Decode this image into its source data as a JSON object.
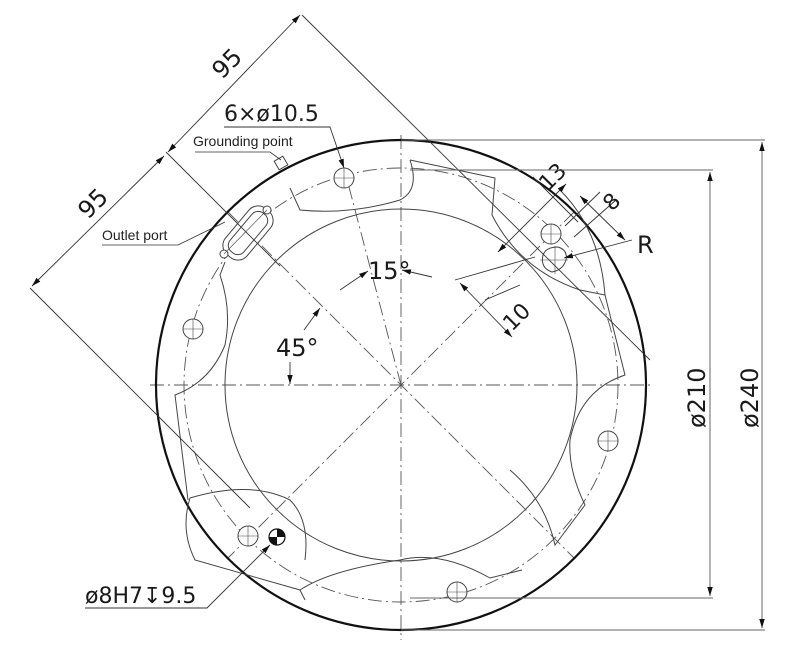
{
  "drawing": {
    "type": "flange-mounting-interface",
    "colors": {
      "line": "#222222",
      "thin": "#555555",
      "dim": "#666666",
      "background": "#ffffff"
    },
    "dimensions": {
      "outer_diameter": "ø240",
      "bolt_circle_or_pilot_diameter": "ø210",
      "diagonal_offset_upper": "95",
      "diagonal_offset_lower": "95",
      "bolt_holes": "6×ø10.5",
      "dowel_pin": "ø8H7↧9.5",
      "slot_length": "13",
      "slot_width": "8",
      "slot_offset": "10",
      "slot_radius": "R",
      "angle_small": "15°",
      "angle_large": "45°"
    },
    "labels": {
      "grounding_point": "Grounding point",
      "outlet_port": "Outlet port"
    },
    "text": {
      "d95_upper": "95",
      "d95_lower": "95",
      "holes": "6×ø10.5",
      "grounding": "Grounding point",
      "outlet": "Outlet port",
      "a15": "15°",
      "a45": "45°",
      "s13": "13",
      "s8": "8",
      "sR": "R",
      "s10": "10",
      "d210": "ø210",
      "d240": "ø240",
      "pin": "ø8H7↧9.5"
    }
  }
}
